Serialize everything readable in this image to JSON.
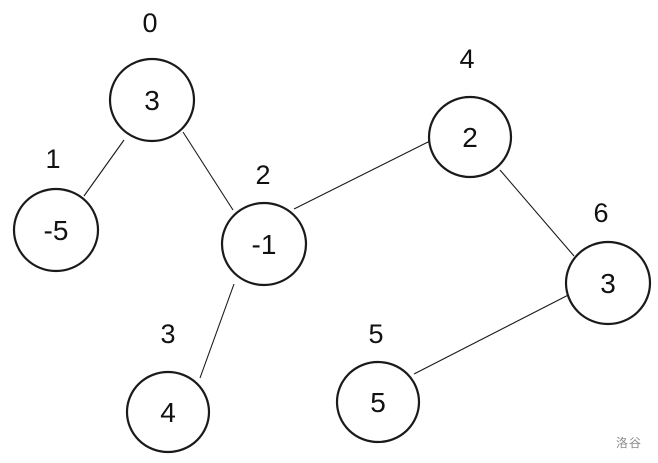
{
  "graph": {
    "nodes": [
      {
        "index": "0",
        "value": "3"
      },
      {
        "index": "1",
        "value": "-5"
      },
      {
        "index": "2",
        "value": "-1"
      },
      {
        "index": "3",
        "value": "4"
      },
      {
        "index": "4",
        "value": "2"
      },
      {
        "index": "5",
        "value": "5"
      },
      {
        "index": "6",
        "value": "3"
      }
    ],
    "edges": [
      [
        "0",
        "1"
      ],
      [
        "0",
        "2"
      ],
      [
        "2",
        "3"
      ],
      [
        "2",
        "4"
      ],
      [
        "4",
        "6"
      ],
      [
        "6",
        "5"
      ]
    ]
  },
  "watermark": "洛谷"
}
